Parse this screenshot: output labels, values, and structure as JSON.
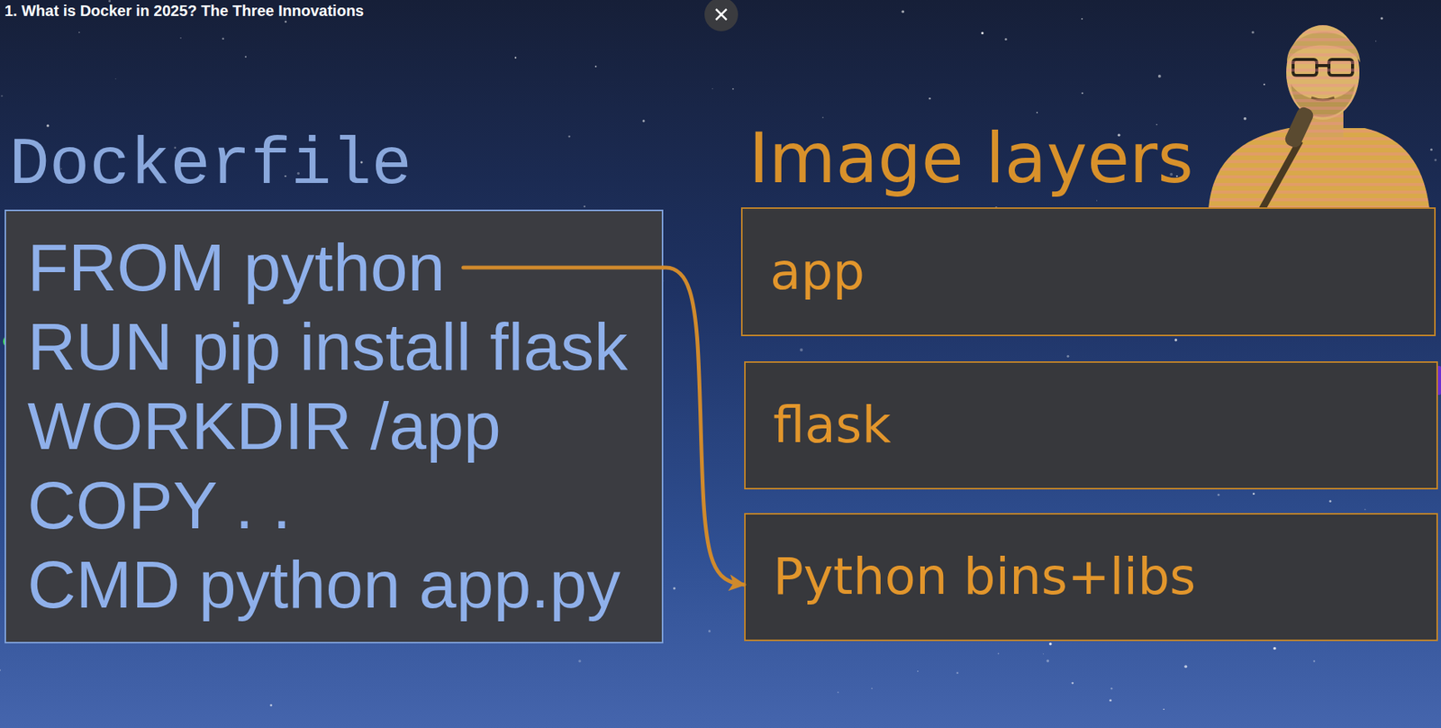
{
  "diagram": {
    "title": "1. What is Docker in 2025? The Three Innovations",
    "nodes": [
      {
        "text": [
          "Dockerfile",
          "FROM python",
          "RUN pip install flask",
          "WORKDIR /app",
          "COPY . .",
          "CMD python app.py"
        ]
      },
      {
        "text": [
          "app"
        ]
      },
      {
        "text": [
          "flask"
        ]
      },
      {
        "text": [
          "Python bins+libs"
        ]
      }
    ],
    "edges": [
      {
        "from": 0,
        "to": 3,
        "arrow": "to"
      }
    ],
    "labels": [
      "Image layers"
    ]
  }
}
